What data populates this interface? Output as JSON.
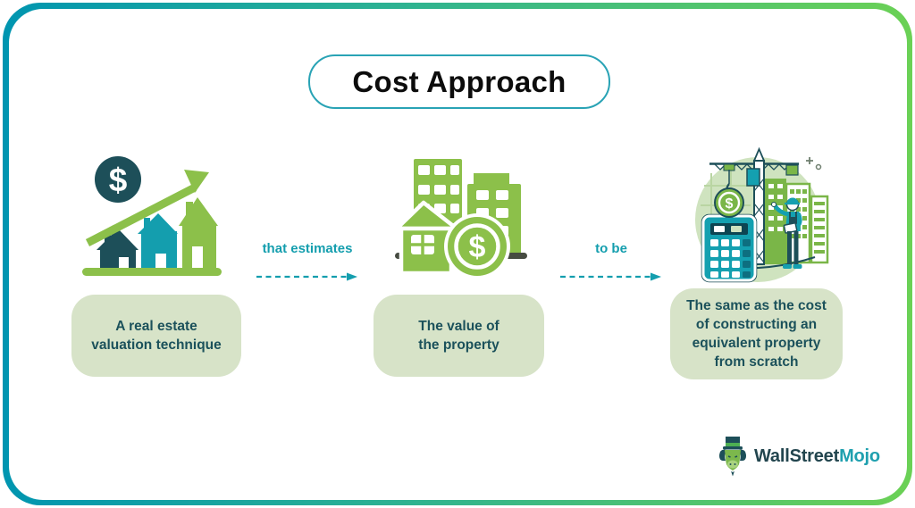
{
  "title": {
    "text": "Cost Approach"
  },
  "flow": {
    "steps": [
      {
        "icon": "money-growth-icon",
        "lines": [
          "A real estate",
          "valuation technique"
        ]
      },
      {
        "icon": "property-value-icon",
        "lines": [
          "The value of",
          "the property"
        ]
      },
      {
        "icon": "construction-cost-icon",
        "lines": [
          "The same as the cost",
          "of constructing an",
          "equivalent property",
          "from scratch"
        ]
      }
    ],
    "connectors": [
      {
        "label": "that estimates",
        "icon": "dashed-arrow-icon"
      },
      {
        "label": "to be",
        "icon": "dashed-arrow-icon"
      }
    ]
  },
  "icons": {
    "currency_symbol": "$"
  },
  "logo": {
    "icon": "bull-mascot-icon",
    "brand_primary": "WallStreet",
    "brand_secondary": "Mojo"
  },
  "colors": {
    "accent_teal": "#149eae",
    "dark_teal": "#1d4f59",
    "green": "#8cc04a",
    "step_box_bg": "#d7e3c8",
    "step_box_text": "#1b515b",
    "title_text": "#0c0c0c",
    "title_border": "#29a3b5",
    "frame_gradient_left": "#0095b0",
    "frame_gradient_right": "#6bd155",
    "logo_primary_color": "#22454e",
    "logo_secondary_color": "#1fa0af"
  }
}
